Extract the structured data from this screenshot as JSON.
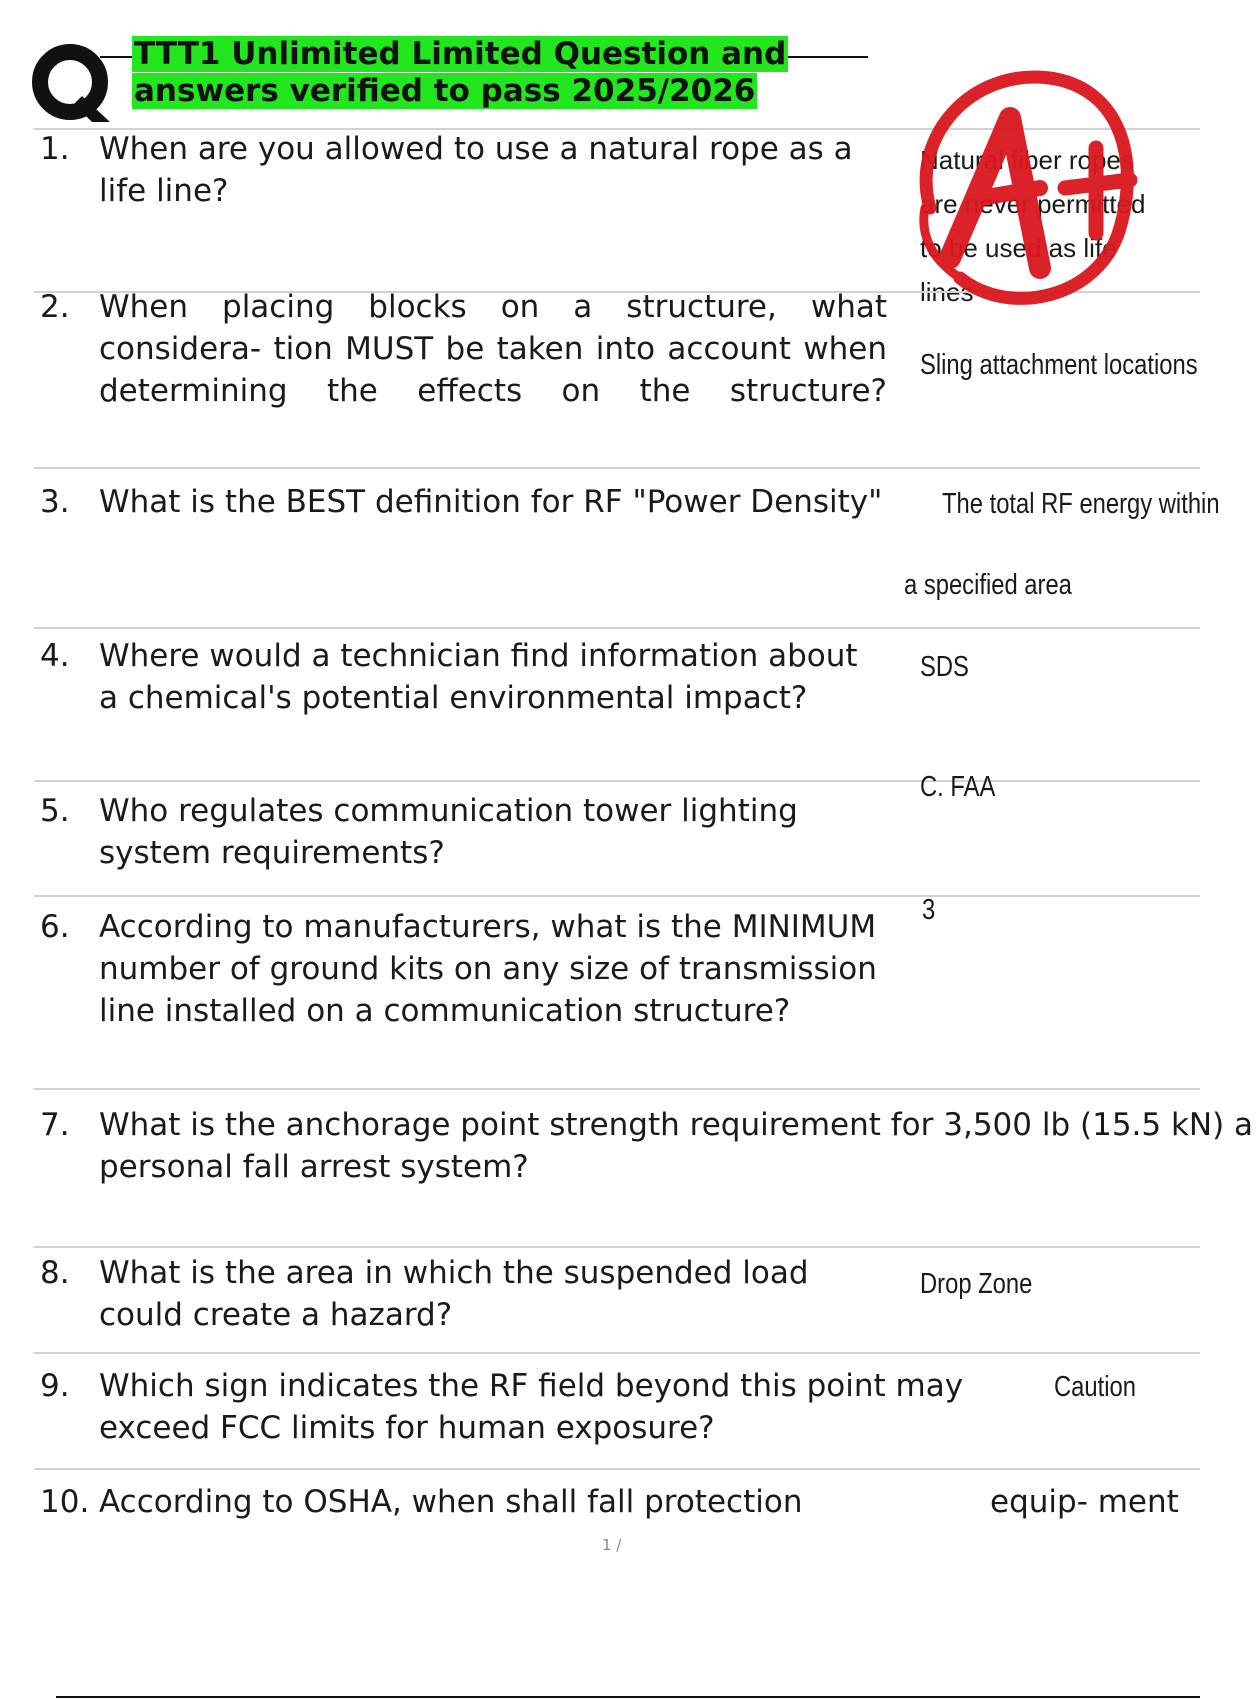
{
  "title": "TTT1 Unlimited Limited Question and answers verified to pass 2025/2026",
  "logo": {
    "icon": "q-letter-logo",
    "color": "#111111"
  },
  "highlight_color": "#22e61e",
  "stamp": {
    "icon": "a-plus-grade-stamp",
    "color": "#d9171d"
  },
  "questions": [
    {
      "num": "1.",
      "text": "When are you allowed to use a natural rope as a life line?",
      "answer": "Natural fiber ropes are never permitted to be used as life lines"
    },
    {
      "num": "2.",
      "text": "When placing blocks on a structure, what considera- tion MUST be taken into account when determining the effects on the structure?",
      "answer": "Sling attachment locations"
    },
    {
      "num": "3.",
      "text": "What is the BEST definition for RF \"Power Density\"",
      "answer": "The total RF energy within",
      "answer_cont": "a specified area"
    },
    {
      "num": "4.",
      "text": "Where would a technician find information about a chemical's potential environmental impact?",
      "answer": "SDS"
    },
    {
      "num": "5.",
      "text": "Who regulates communication tower lighting system requirements?",
      "answer": "C. FAA"
    },
    {
      "num": "6.",
      "text": "According to manufacturers, what is the MINIMUM number of ground kits on any size of transmission line installed on a communication structure?",
      "answer": "3"
    },
    {
      "num": "7.",
      "text": "What is the anchorage point strength requirement for 3,500 lb (15.5 kN) a personal fall arrest system?",
      "answer": ""
    },
    {
      "num": "8.",
      "text": "What is the area in which the suspended load could create a hazard?",
      "answer": "Drop Zone"
    },
    {
      "num": "9.",
      "text": "Which sign indicates the RF field beyond this point may exceed FCC limits for human exposure?",
      "answer": "Caution"
    },
    {
      "num": "10.",
      "text": "According to OSHA, when shall fall protection",
      "text_end": "equip- ment",
      "answer": ""
    }
  ],
  "page_marker": "1 /"
}
